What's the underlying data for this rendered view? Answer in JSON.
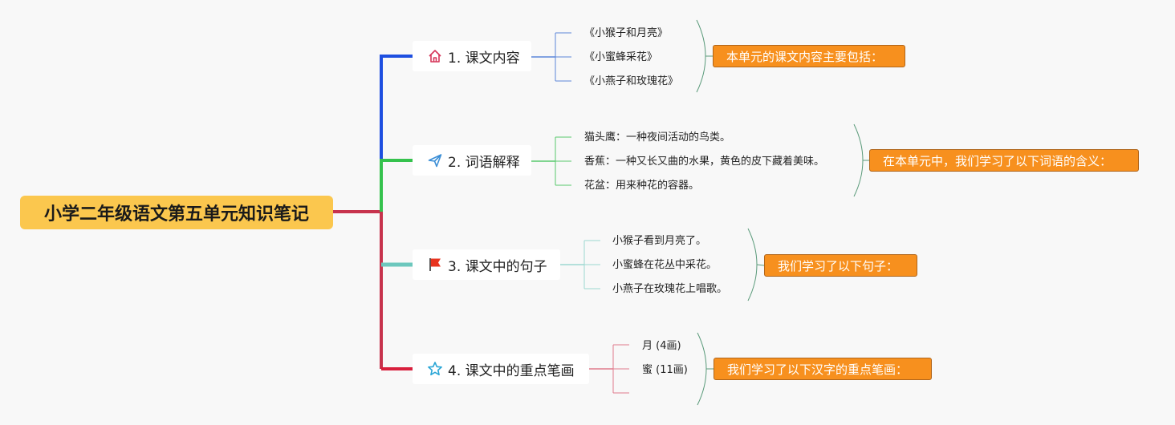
{
  "root": {
    "title": "小学二年级语文第五单元知识笔记"
  },
  "colors": {
    "root_fill": "#fbc74e",
    "summary_fill": "#f7901e",
    "branch1": "#1e4fe0",
    "branch2": "#35c24d",
    "branch3": "#6cc7bd",
    "branch4": "#d81f3c",
    "trunk_lower": "#c7334d"
  },
  "branches": [
    {
      "label": "1. 课文内容",
      "icon": "home-icon",
      "items": [
        "《小猴子和月亮》",
        "《小蜜蜂采花》",
        "《小燕子和玫瑰花》"
      ],
      "summary": "本单元的课文内容主要包括："
    },
    {
      "label": "2. 词语解释",
      "icon": "paper-plane-icon",
      "items": [
        "猫头鹰：一种夜间活动的鸟类。",
        "香蕉：一种又长又曲的水果，黄色的皮下藏着美味。",
        "花盆：用来种花的容器。"
      ],
      "summary": "在本单元中，我们学习了以下词语的含义："
    },
    {
      "label": "3. 课文中的句子",
      "icon": "flag-icon",
      "items": [
        "小猴子看到月亮了。",
        "小蜜蜂在花丛中采花。",
        "小燕子在玫瑰花上唱歌。"
      ],
      "summary": "我们学习了以下句子："
    },
    {
      "label": "4. 课文中的重点笔画",
      "icon": "star-icon",
      "items": [
        "月 (4画)",
        "蜜 (11画)"
      ],
      "summary": "我们学习了以下汉字的重点笔画："
    }
  ]
}
